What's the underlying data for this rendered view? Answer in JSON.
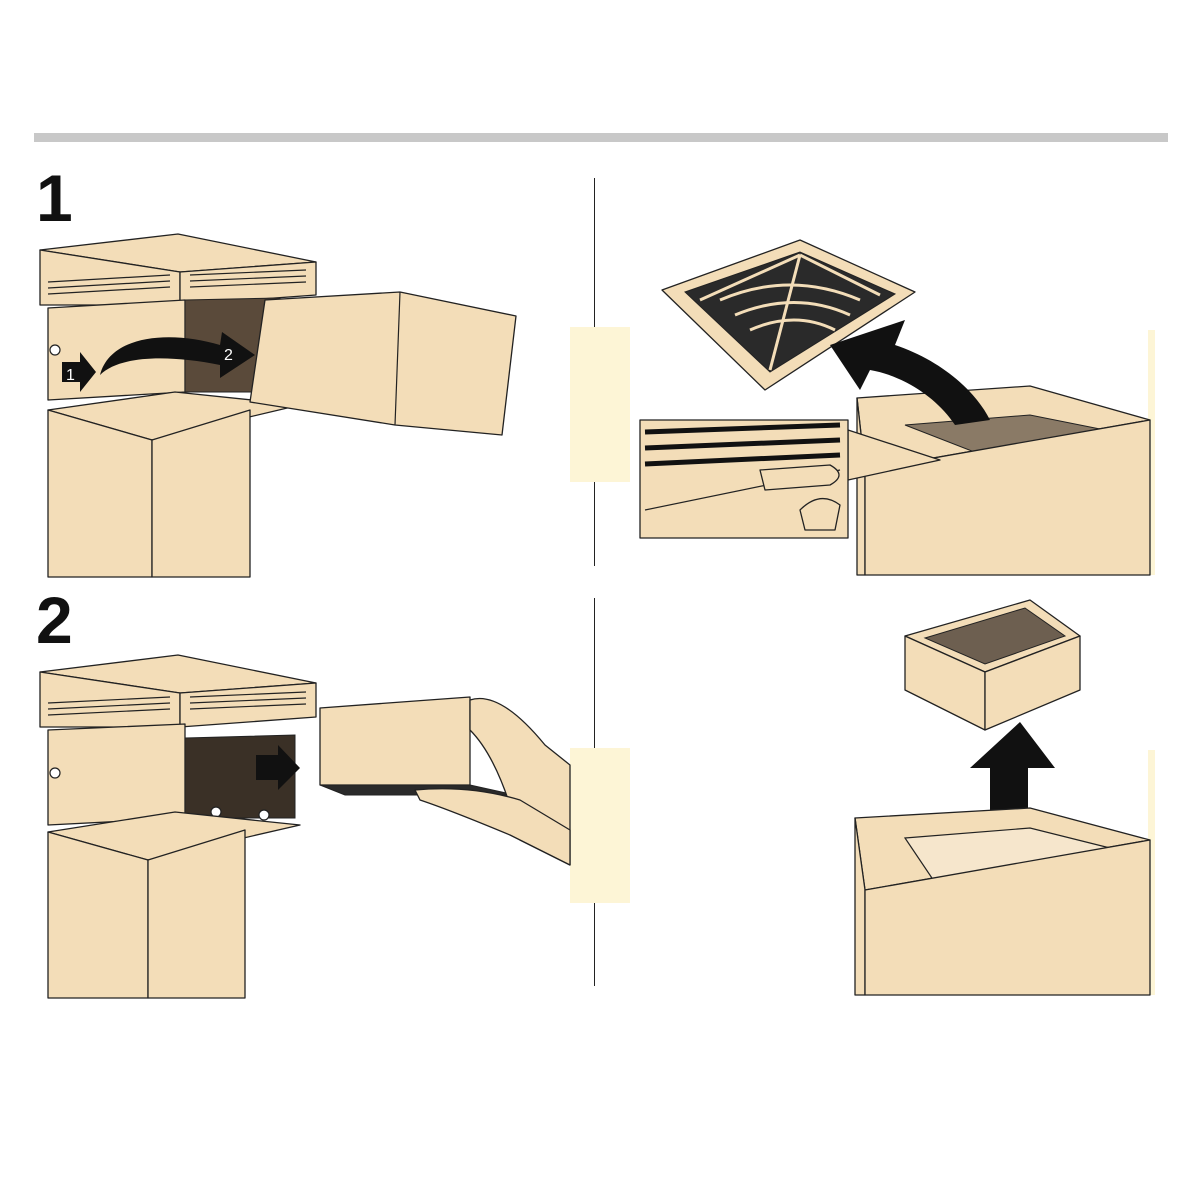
{
  "steps": [
    {
      "number": "1",
      "arrow_labels": [
        "1",
        "2"
      ]
    },
    {
      "number": "2"
    }
  ],
  "colors": {
    "rule": "#c8c8c8",
    "appliance": "#f3ddb8",
    "tint": "#fdf5d6",
    "ink": "#111111"
  }
}
